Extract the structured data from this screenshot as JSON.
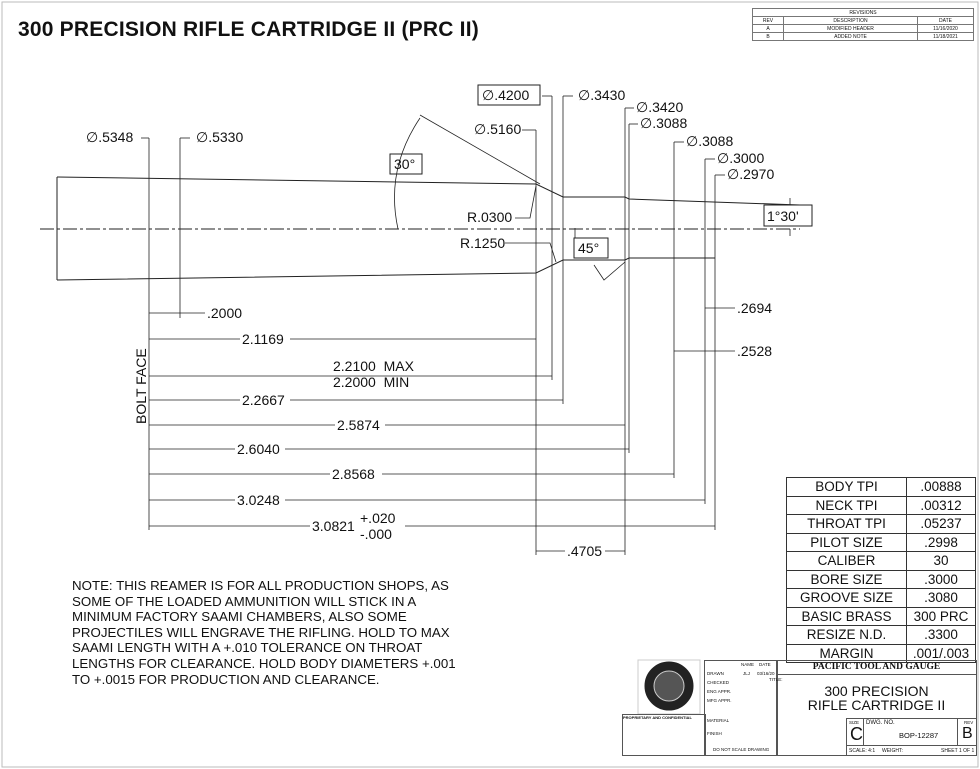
{
  "title": "300 PRECISION RIFLE CARTRIDGE II (PRC II)",
  "revisions": {
    "header": "REVISIONS",
    "columns": [
      "REV",
      "DESCRIPTION",
      "DATE"
    ],
    "rows": [
      [
        "A",
        "MODIFIED HEADER",
        "11/16/2020"
      ],
      [
        "B",
        "ADDED NOTE",
        "11/18/2021"
      ]
    ]
  },
  "diameters": [
    "∅.5348",
    "∅.5330",
    "∅.4200",
    "∅.3430",
    "∅.5160",
    "∅.3420",
    "∅.3088",
    "∅.3088",
    "∅.3000",
    "∅.2970"
  ],
  "angles": {
    "shoulder": "30°",
    "throat": "45°",
    "pilot": "1°30'"
  },
  "radii": [
    "R.0300",
    "R.1250"
  ],
  "bolt_face": "BOLT FACE",
  "lengths": {
    "l2000": ".2000",
    "l21169": "2.1169",
    "l2210": "2.2100  MAX",
    "l2200": "2.2000  MIN",
    "l22667": "2.2667",
    "l25874": "2.5874",
    "l26040": "2.6040",
    "l28568": "2.8568",
    "l30248": "3.0248",
    "l30821": "3.0821",
    "tol_plus": "+.020",
    "tol_minus": "-.000",
    "l4705": ".4705",
    "l2694": ".2694",
    "l2528": ".2528"
  },
  "specs": [
    [
      "BODY TPI",
      ".00888"
    ],
    [
      "NECK TPI",
      ".00312"
    ],
    [
      "THROAT TPI",
      ".05237"
    ],
    [
      "PILOT SIZE",
      ".2998"
    ],
    [
      "CALIBER",
      "30"
    ],
    [
      "BORE SIZE",
      ".3000"
    ],
    [
      "GROOVE SIZE",
      ".3080"
    ],
    [
      "BASIC BRASS",
      "300 PRC"
    ],
    [
      "RESIZE N.D.",
      ".3300"
    ],
    [
      "MARGIN",
      ".001/.003"
    ]
  ],
  "note": "NOTE: THIS REAMER IS FOR ALL PRODUCTION SHOPS, AS SOME OF THE LOADED AMMUNITION WILL STICK IN A MINIMUM FACTORY SAAMI CHAMBERS, ALSO SOME PROJECTILES WILL ENGRAVE THE RIFLING. HOLD TO MAX SAAMI LENGTH WITH A +.010 TOLERANCE ON THROAT LENGTHS FOR CLEARANCE. HOLD BODY DIAMETERS +.001 TO +.0015 FOR PRODUCTION AND CLEARANCE.",
  "title_block": {
    "company": "PACIFIC TOOL AND GAUGE",
    "title_label": "TITLE:",
    "title_line1": "300 PRECISION",
    "title_line2": "RIFLE CARTRIDGE II",
    "name": "NAME",
    "date": "DATE",
    "drawn": "DRAWN",
    "drawn_name": "JLJ",
    "drawn_date": "03/16/20",
    "checked": "CHECKED",
    "eng": "ENG APPR.",
    "mfg": "MFG APPR.",
    "material": "MATERIAL",
    "finish": "FINISH",
    "no_scale": "DO NOT SCALE DRAWING",
    "proprietary": "PROPRIETARY AND CONFIDENTIAL",
    "size_label": "SIZE",
    "size": "C",
    "dwg_label": "DWG.  NO.",
    "dwg_no": "BOP-12287",
    "rev_label": "REV",
    "rev": "B",
    "scale": "SCALE: 4:1",
    "weight": "WEIGHT:",
    "sheet": "SHEET 1 OF 1"
  }
}
